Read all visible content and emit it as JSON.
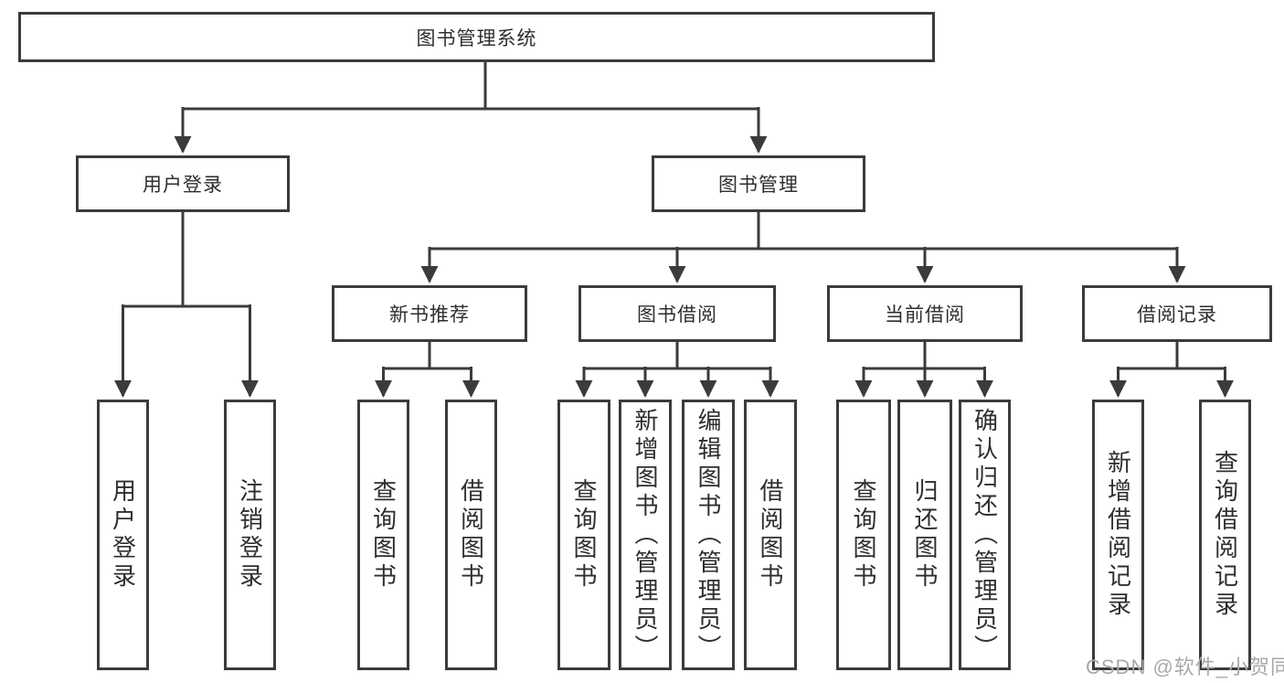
{
  "tree": {
    "label": "图书管理系统",
    "children": [
      {
        "label": "用户登录",
        "children": [
          {
            "label": "用户登录"
          },
          {
            "label": "注销登录"
          }
        ]
      },
      {
        "label": "图书管理",
        "children": [
          {
            "label": "新书推荐",
            "children": [
              {
                "label": "查询图书"
              },
              {
                "label": "借阅图书"
              }
            ]
          },
          {
            "label": "图书借阅",
            "children": [
              {
                "label": "查询图书"
              },
              {
                "label": "新增图书（管理员）"
              },
              {
                "label": "编辑图书（管理员）"
              },
              {
                "label": "借阅图书"
              }
            ]
          },
          {
            "label": "当前借阅",
            "children": [
              {
                "label": "查询图书"
              },
              {
                "label": "归还图书"
              },
              {
                "label": "确认归还（管理员）"
              }
            ]
          },
          {
            "label": "借阅记录",
            "children": [
              {
                "label": "新增借阅记录"
              },
              {
                "label": "查询借阅记录"
              }
            ]
          }
        ]
      }
    ]
  },
  "watermark": {
    "text": "CSDN @软件_小贺同学"
  },
  "colors": {
    "line": "#3b3b3b",
    "text": "#2e2e2e",
    "watermark": "#a9a9a9",
    "background": "#ffffff"
  }
}
